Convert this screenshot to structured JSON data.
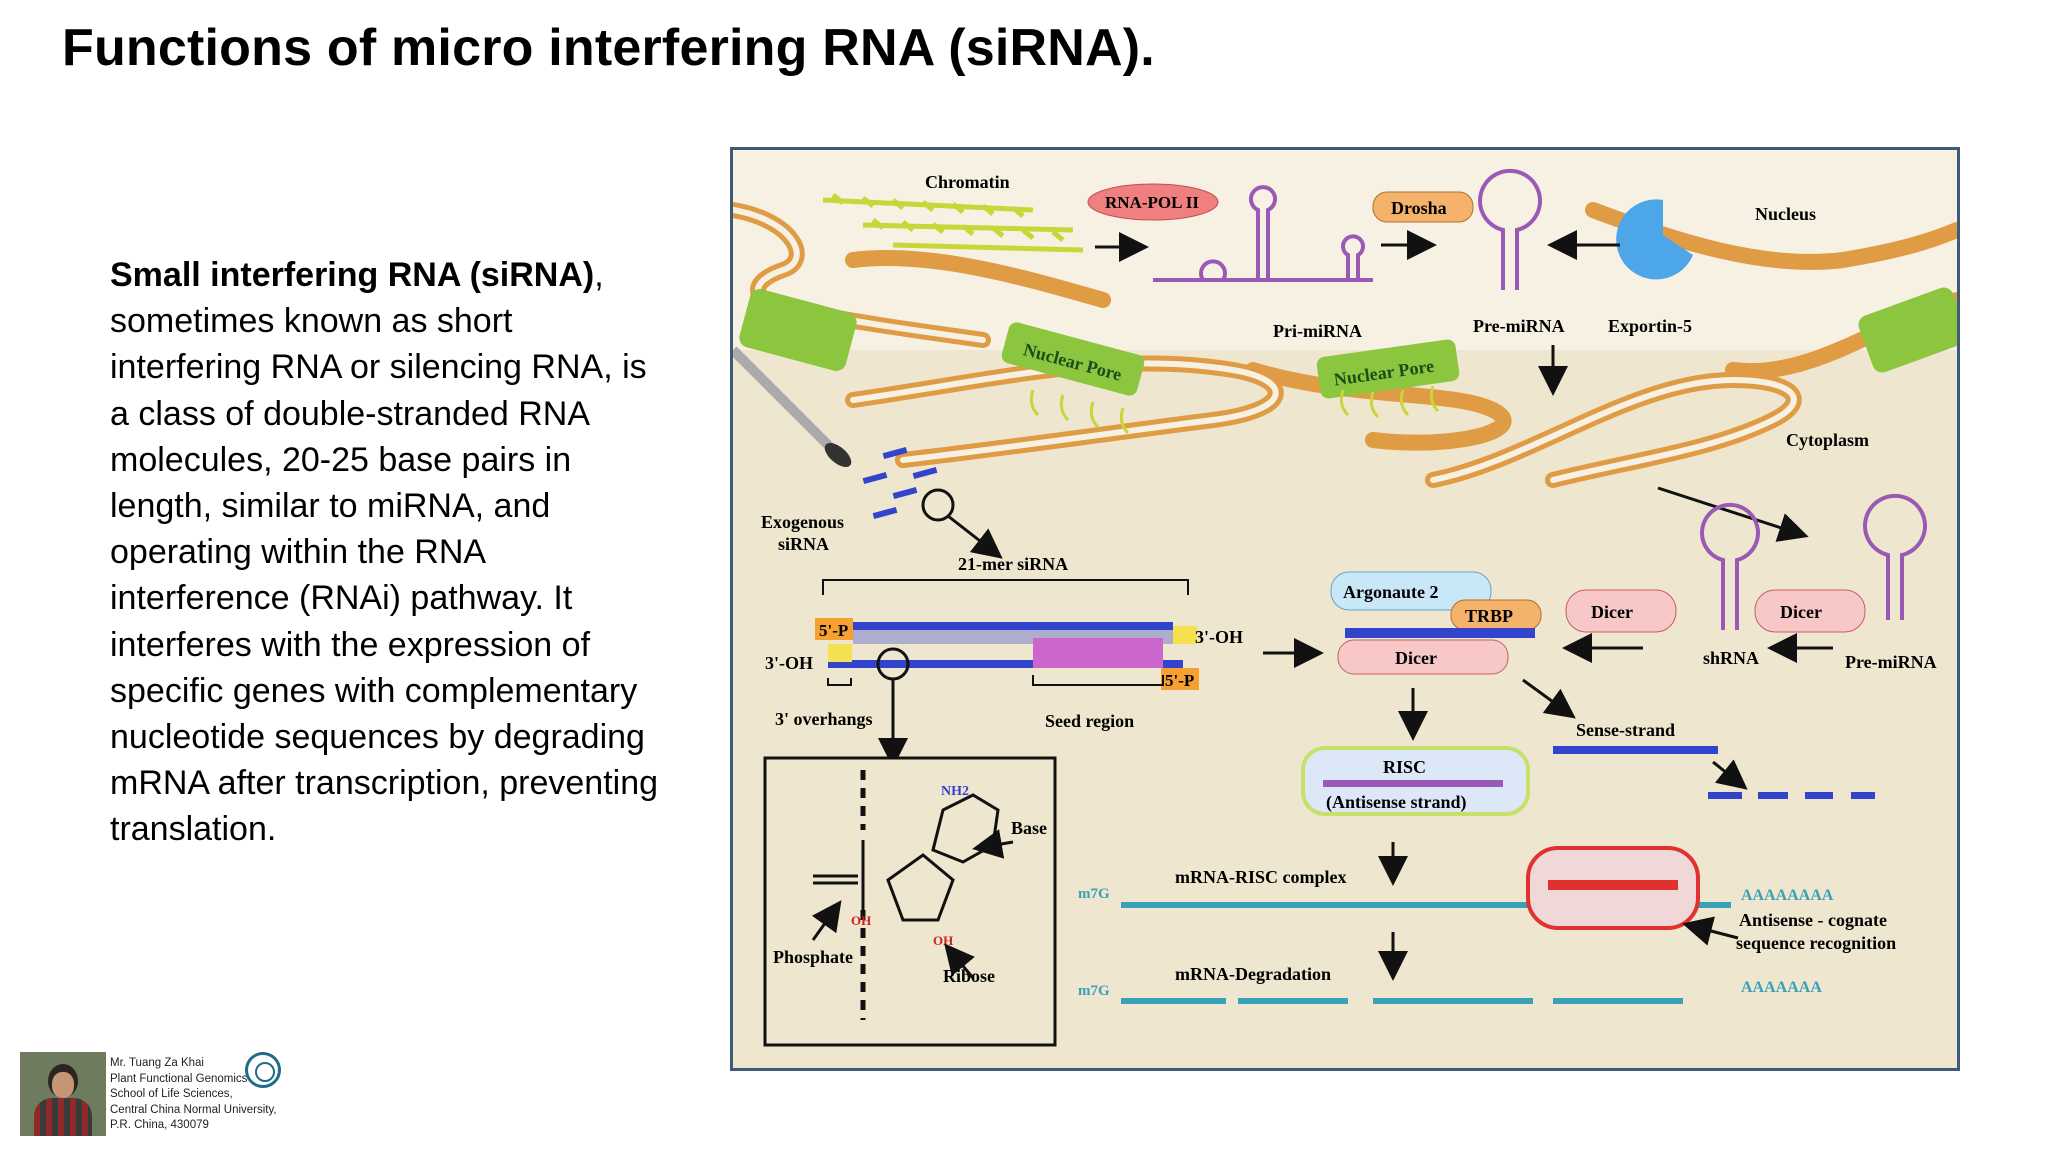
{
  "slide": {
    "title": "Functions of micro interfering RNA (siRNA).",
    "body_bold": "Small interfering RNA (siRNA)",
    "body_rest": ", sometimes known as short interfering RNA or silencing RNA, is a class of double-stranded RNA molecules, 20-25 base pairs in length, similar to miRNA, and operating within the RNA interference (RNAi) pathway. It interferes with the expression of specific genes with complementary nucleotide sequences by degrading mRNA after transcription, preventing translation."
  },
  "footer": {
    "lines": [
      "Mr. Tuang Za Khai",
      "Plant Functional Genomics",
      "School of Life Sciences,",
      "Central China Normal University,",
      "P.R. China, 430079"
    ]
  },
  "diagram": {
    "chromatin": "Chromatin",
    "rna_pol": "RNA-POL II",
    "drosha": "Drosha",
    "nucleus": "Nucleus",
    "pri_mirna": "Pri-miRNA",
    "pre_mirna": "Pre-miRNA",
    "exportin": "Exportin-5",
    "nuclear_pore": "Nuclear Pore",
    "cytoplasm": "Cytoplasm",
    "exogenous_1": "Exogenous",
    "exogenous_2": "siRNA",
    "sirna_21mer": "21-mer siRNA",
    "five_p": "5'-P",
    "three_oh": "3'-OH",
    "three_overhangs": "3' overhangs",
    "seed_region": "Seed region",
    "argonaute": "Argonaute 2",
    "trbp": "TRBP",
    "dicer": "Dicer",
    "shrna": "shRNA",
    "sense_strand": "Sense-strand",
    "risc": "RISC",
    "antisense_strand": "(Antisense strand)",
    "mrna_risc": "mRNA-RISC complex",
    "m7g": "m7G",
    "polya": "AAAAAAAA",
    "polya_short": "AAAAAAA",
    "antisense_recog_1": "Antisense - cognate",
    "antisense_recog_2": "sequence recognition",
    "mrna_degradation": "mRNA-Degradation",
    "base": "Base",
    "phosphate": "Phosphate",
    "ribose": "Ribose",
    "oh": "OH",
    "nh2": "NH2"
  },
  "colors": {
    "membrane": "#e0a04a",
    "pore": "#8cc63f",
    "hairpin": "#9b59b6",
    "sirna_blue": "#3344cc",
    "seed_magenta": "#cc66cc",
    "drosha_fill": "#f5b26b",
    "rnapol_fill": "#f08080"
  }
}
